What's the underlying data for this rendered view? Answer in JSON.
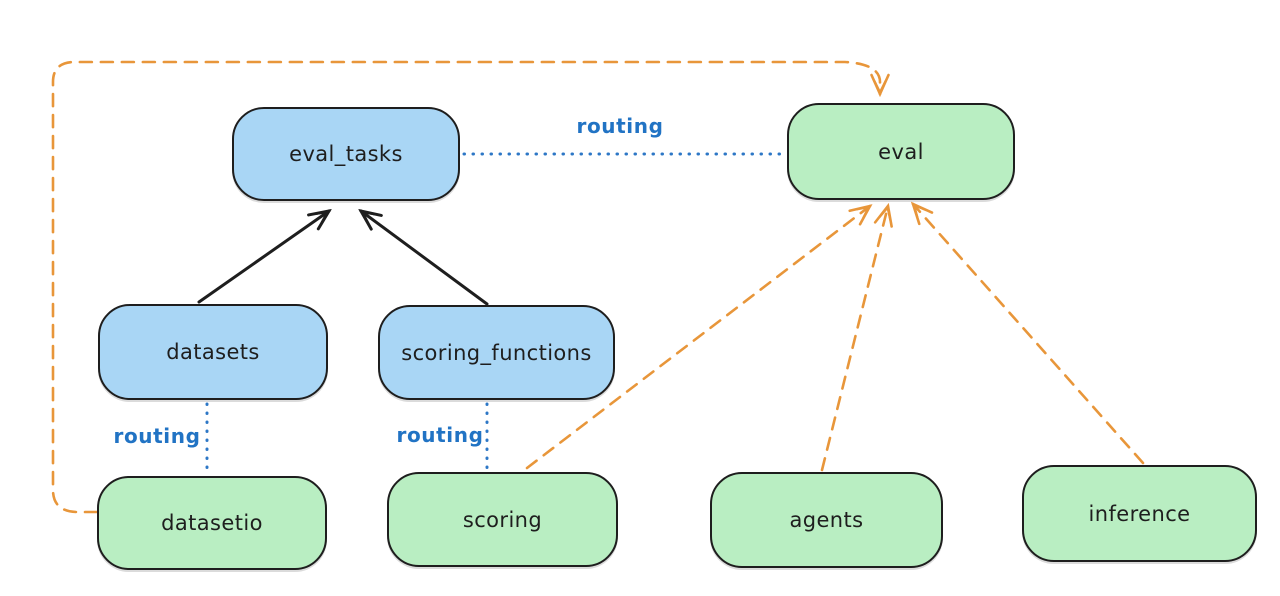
{
  "diagram": {
    "background": "#ffffff",
    "colors": {
      "node_blue_fill": "#a9d6f5",
      "node_green_fill": "#b9eec2",
      "stroke_black": "#1e1e1e",
      "routing_blue": "#2173c4",
      "provider_orange": "#e8963a"
    },
    "nodes": [
      {
        "id": "eval_tasks",
        "label": "eval_tasks",
        "fill": "blue"
      },
      {
        "id": "eval",
        "label": "eval",
        "fill": "green"
      },
      {
        "id": "datasets",
        "label": "datasets",
        "fill": "blue"
      },
      {
        "id": "scoring_functions",
        "label": "scoring_functions",
        "fill": "blue"
      },
      {
        "id": "datasetio",
        "label": "datasetio",
        "fill": "green"
      },
      {
        "id": "scoring",
        "label": "scoring",
        "fill": "green"
      },
      {
        "id": "agents",
        "label": "agents",
        "fill": "green"
      },
      {
        "id": "inference",
        "label": "inference",
        "fill": "green"
      }
    ],
    "edges": [
      {
        "from": "datasets",
        "to": "eval_tasks",
        "style": "solid-arrow",
        "color": "black",
        "label": ""
      },
      {
        "from": "scoring_functions",
        "to": "eval_tasks",
        "style": "solid-arrow",
        "color": "black",
        "label": ""
      },
      {
        "from": "eval_tasks",
        "to": "eval",
        "style": "dotted",
        "color": "blue",
        "label": "routing"
      },
      {
        "from": "datasets",
        "to": "datasetio",
        "style": "dotted",
        "color": "blue",
        "label": "routing"
      },
      {
        "from": "scoring_functions",
        "to": "scoring",
        "style": "dotted",
        "color": "blue",
        "label": "routing"
      },
      {
        "from": "datasetio",
        "to": "eval",
        "style": "dashed-arrow",
        "color": "orange",
        "label": ""
      },
      {
        "from": "scoring",
        "to": "eval",
        "style": "dashed-arrow",
        "color": "orange",
        "label": ""
      },
      {
        "from": "agents",
        "to": "eval",
        "style": "dashed-arrow",
        "color": "orange",
        "label": ""
      },
      {
        "from": "inference",
        "to": "eval",
        "style": "dashed-arrow",
        "color": "orange",
        "label": ""
      }
    ]
  }
}
